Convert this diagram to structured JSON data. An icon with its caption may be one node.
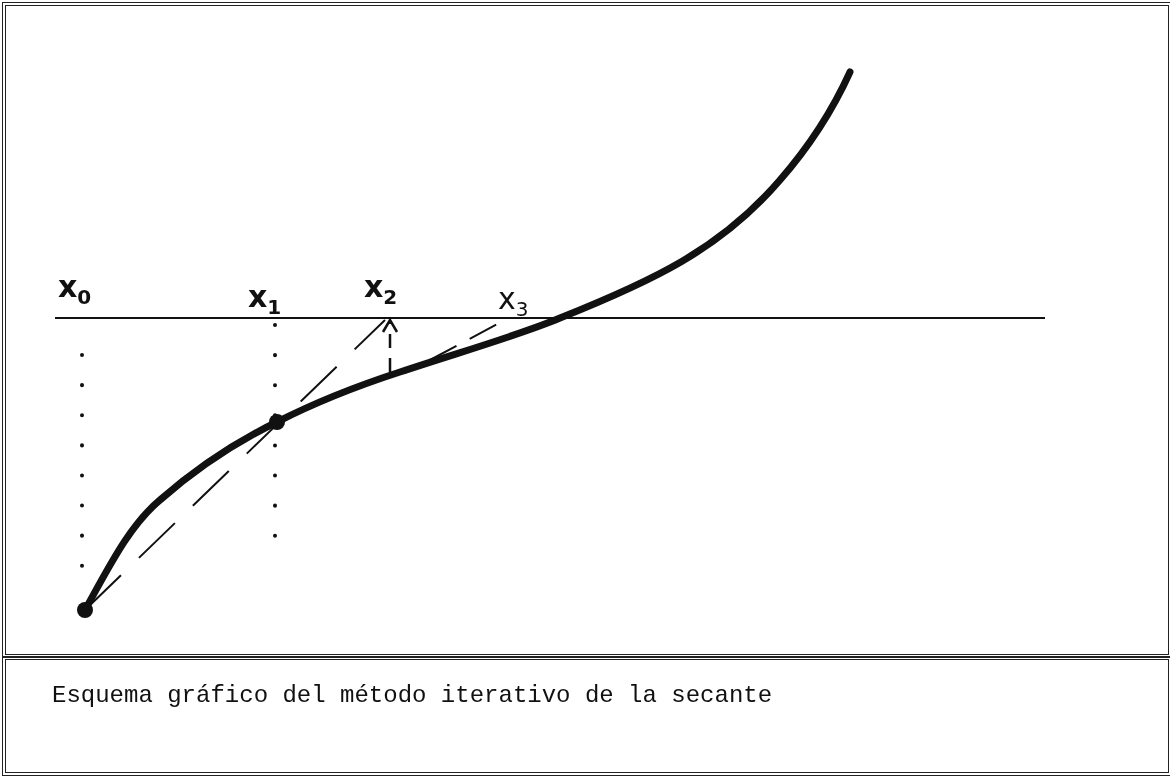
{
  "diagram": {
    "caption": "Esquema gráfico del método iterativo de la secante",
    "labels": [
      "x$_{0}$",
      "x$_{1}$",
      "x$_{2}$",
      "x$_{3}$"
    ]
  }
}
